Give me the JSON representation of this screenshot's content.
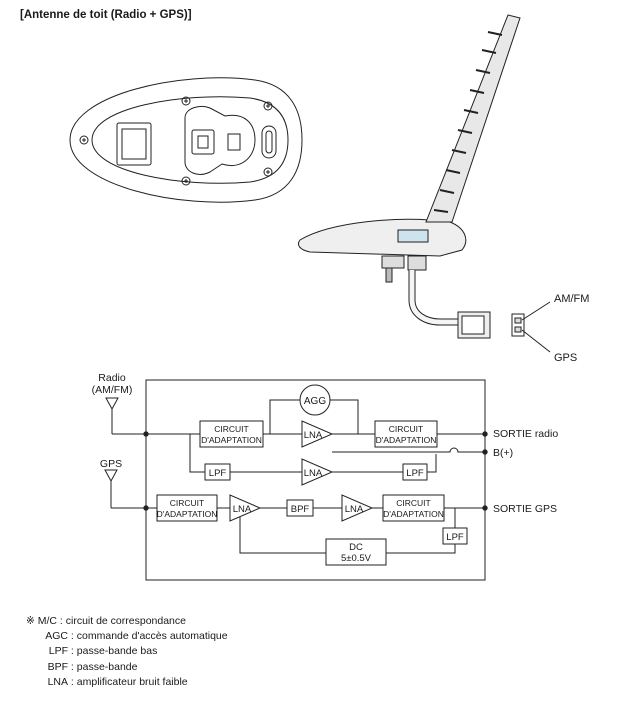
{
  "title": "[Antenne de toit (Radio + GPS)]",
  "illustration": {
    "am_fm_label": "AM/FM",
    "gps_label": "GPS"
  },
  "block_diagram": {
    "radio_input_label_1": "Radio",
    "radio_input_label_2": "(AM/FM)",
    "gps_input_label": "GPS",
    "agg": "AGG",
    "lna": "LNA",
    "lpf": "LPF",
    "bpf": "BPF",
    "circuit_line1": "CIRCUIT",
    "circuit_line2": "D'ADAPTATION",
    "dc_line1": "DC",
    "dc_line2": "5±0.5V",
    "out_radio": "SORTIE radio",
    "out_power": "B(+)",
    "out_gps": "SORTIE GPS"
  },
  "legend": {
    "mark": "※",
    "items": [
      {
        "abbr": "M/C",
        "desc": "circuit de correspondance"
      },
      {
        "abbr": "AGC",
        "desc": "commande d'accès automatique"
      },
      {
        "abbr": "LPF",
        "desc": "passe-bande bas"
      },
      {
        "abbr": "BPF",
        "desc": "passe-bande"
      },
      {
        "abbr": "LNA",
        "desc": "amplificateur bruit faible"
      }
    ]
  }
}
